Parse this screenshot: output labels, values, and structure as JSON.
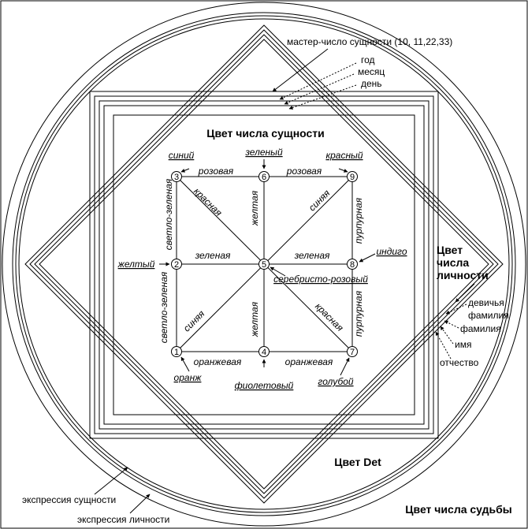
{
  "titles": {
    "essence_color": "Цвет числа сущности",
    "det_color": "Цвет Det",
    "destiny_color": "Цвет числа судьбы",
    "personality_line1": "Цвет",
    "personality_line2": "числа",
    "personality_line3": "личности"
  },
  "right_labels": {
    "master": "мастер-число сущности (10, 11,22,33)",
    "year": "год",
    "month": "месяц",
    "day": "день",
    "maiden1": "девичья",
    "maiden2": "фамилия",
    "surname": "фамилия",
    "name": "имя",
    "patronymic": "отчество"
  },
  "bottom_labels": {
    "essence_expression": "экспрессия сущности",
    "personality_expression": "экспрессия личности"
  },
  "nodes": [
    "1",
    "2",
    "3",
    "4",
    "5",
    "6",
    "7",
    "8",
    "9"
  ],
  "node_colors": {
    "c3": "синий",
    "c6": "зеленый",
    "c9": "красный",
    "c2": "желтый",
    "c8": "индиго",
    "c5": "серебристо-розовый",
    "c1": "оранж",
    "c4": "фиолетовый",
    "c7": "голубой"
  },
  "edges": {
    "top_left": "розовая",
    "top_right": "розовая",
    "mid_left": "зеленая",
    "mid_right": "зеленая",
    "bottom_left": "оранжевая",
    "bottom_right": "оранжевая",
    "left_upper": "светло-зеленая",
    "left_lower": "светло-зеленая",
    "right_upper": "пурпурная",
    "right_lower": "пурпурная",
    "center_upper": "желтая",
    "center_lower": "желтая",
    "diag_tl": "красная",
    "diag_br": "красная",
    "diag_tr": "синяя",
    "diag_bl": "синяя"
  }
}
